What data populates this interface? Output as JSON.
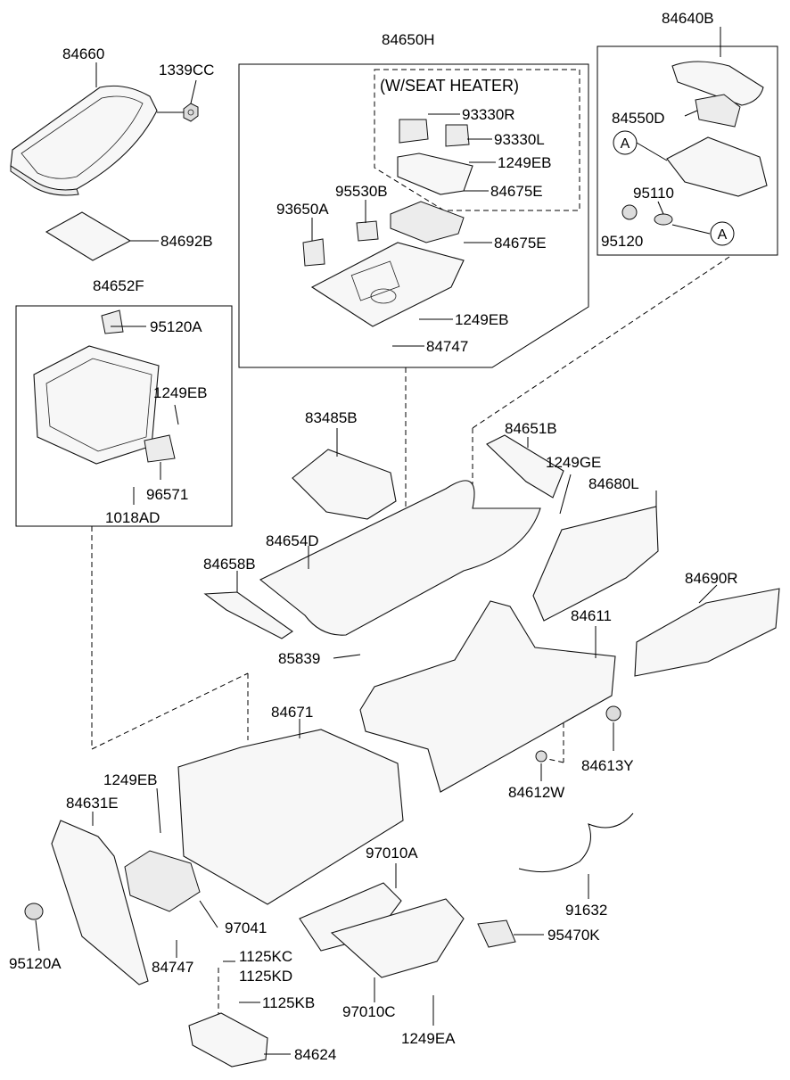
{
  "diagram": {
    "labels": [
      {
        "id": "84660",
        "text": "84660"
      },
      {
        "id": "1339CC",
        "text": "1339CC"
      },
      {
        "id": "84692B",
        "text": "84692B"
      },
      {
        "id": "84650H",
        "text": "84650H"
      },
      {
        "id": "w-seat-heater",
        "text": "(W/SEAT HEATER)"
      },
      {
        "id": "93330R",
        "text": "93330R"
      },
      {
        "id": "93330L",
        "text": "93330L"
      },
      {
        "id": "1249EB-a",
        "text": "1249EB"
      },
      {
        "id": "84675E-a",
        "text": "84675E"
      },
      {
        "id": "95530B",
        "text": "95530B"
      },
      {
        "id": "93650A",
        "text": "93650A"
      },
      {
        "id": "84675E-b",
        "text": "84675E"
      },
      {
        "id": "1249EB-b",
        "text": "1249EB"
      },
      {
        "id": "84747-a",
        "text": "84747"
      },
      {
        "id": "84640B",
        "text": "84640B"
      },
      {
        "id": "84550D",
        "text": "84550D"
      },
      {
        "id": "95110",
        "text": "95110"
      },
      {
        "id": "95120",
        "text": "95120"
      },
      {
        "id": "84652F",
        "text": "84652F"
      },
      {
        "id": "95120A-a",
        "text": "95120A"
      },
      {
        "id": "1249EB-c",
        "text": "1249EB"
      },
      {
        "id": "96571",
        "text": "96571"
      },
      {
        "id": "1018AD",
        "text": "1018AD"
      },
      {
        "id": "83485B",
        "text": "83485B"
      },
      {
        "id": "84651B",
        "text": "84651B"
      },
      {
        "id": "1249GE",
        "text": "1249GE"
      },
      {
        "id": "84680L",
        "text": "84680L"
      },
      {
        "id": "84654D",
        "text": "84654D"
      },
      {
        "id": "84658B",
        "text": "84658B"
      },
      {
        "id": "84690R",
        "text": "84690R"
      },
      {
        "id": "84611",
        "text": "84611"
      },
      {
        "id": "85839",
        "text": "85839"
      },
      {
        "id": "84671",
        "text": "84671"
      },
      {
        "id": "84613Y",
        "text": "84613Y"
      },
      {
        "id": "84612W",
        "text": "84612W"
      },
      {
        "id": "1249EB-d",
        "text": "1249EB"
      },
      {
        "id": "84631E",
        "text": "84631E"
      },
      {
        "id": "97010A",
        "text": "97010A"
      },
      {
        "id": "91632",
        "text": "91632"
      },
      {
        "id": "95470K",
        "text": "95470K"
      },
      {
        "id": "97041",
        "text": "97041"
      },
      {
        "id": "95120A-b",
        "text": "95120A"
      },
      {
        "id": "84747-b",
        "text": "84747"
      },
      {
        "id": "1125KC",
        "text": "1125KC"
      },
      {
        "id": "1125KD",
        "text": "1125KD"
      },
      {
        "id": "1125KB",
        "text": "1125KB"
      },
      {
        "id": "97010C",
        "text": "97010C"
      },
      {
        "id": "1249EA",
        "text": "1249EA"
      },
      {
        "id": "84624",
        "text": "84624"
      }
    ],
    "circle_markers": [
      {
        "id": "A-1",
        "text": "A"
      },
      {
        "id": "A-2",
        "text": "A"
      }
    ]
  }
}
